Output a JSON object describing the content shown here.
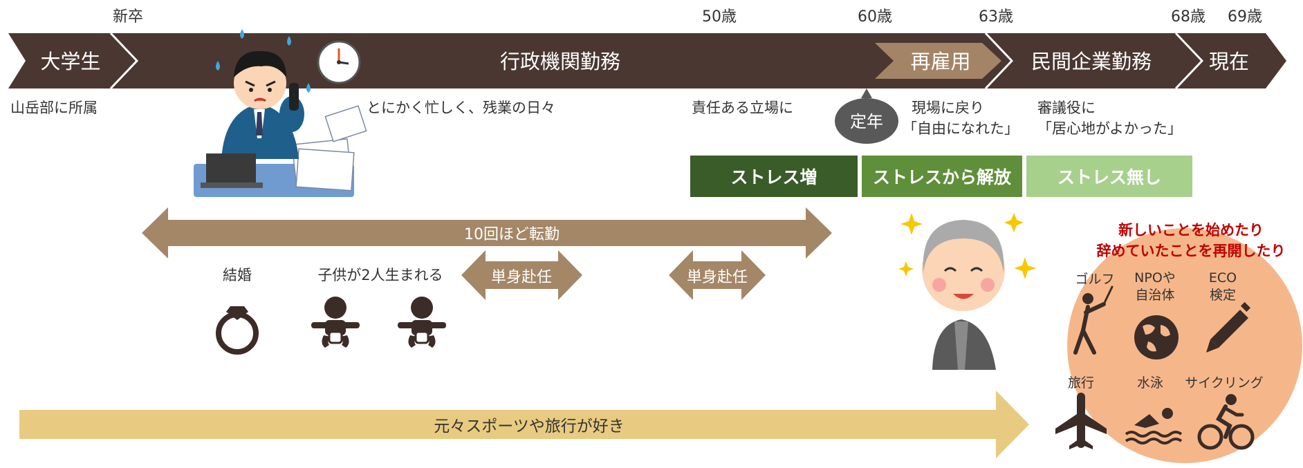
{
  "timeline": {
    "segments": [
      "大学生",
      "行政機関勤務",
      "再雇用",
      "民間企業勤務",
      "現在"
    ],
    "age_labels": [
      "新卒",
      "50歳",
      "60歳",
      "63歳",
      "68歳",
      "69歳"
    ]
  },
  "notes": {
    "student": "山岳部に所属",
    "busy": "とにかく忙しく、残業の日々",
    "responsibility": "責任ある立場に",
    "retirement_bubble": "定年",
    "rehire_line1": "現場に戻り",
    "rehire_line2": "「自由になれた」",
    "council_line1": "審議役に",
    "council_line2": "「居心地がよかった」"
  },
  "stress": {
    "increase": "ストレス増",
    "release": "ストレスから解放",
    "none": "ストレス無し"
  },
  "events": {
    "transfers": "10回ほど転勤",
    "marriage": "結婚",
    "children": "子供が2人生まれる",
    "solo_posting_1": "単身赴任",
    "solo_posting_2": "単身赴任",
    "hobby_arrow": "元々スポーツや旅行が好き"
  },
  "circle": {
    "title_line1": "新しいことを始めたり",
    "title_line2": "辞めていたことを再開したり",
    "activities": [
      {
        "label": "ゴルフ",
        "icon": "golf-icon"
      },
      {
        "label_line1": "NPOや",
        "label_line2": "自治体",
        "icon": "globe-icon"
      },
      {
        "label_line1": "ECO",
        "label_line2": "検定",
        "icon": "pencil-icon"
      },
      {
        "label": "旅行",
        "icon": "airplane-icon"
      },
      {
        "label": "水泳",
        "icon": "swimmer-icon"
      },
      {
        "label": "サイクリング",
        "icon": "cyclist-icon"
      }
    ]
  },
  "colors": {
    "timeline_dark": "#4a3731",
    "rehire_tan": "#a48467",
    "transfer_brown": "#a48767",
    "stress_dark": "#3a5c28",
    "stress_mid": "#5f8f3a",
    "stress_light": "#a8d08d",
    "hobby_yellow": "#e8cb80",
    "circle_peach": "#f5b78a",
    "circle_red": "#c00000",
    "icon_dark": "#3b2c28"
  }
}
